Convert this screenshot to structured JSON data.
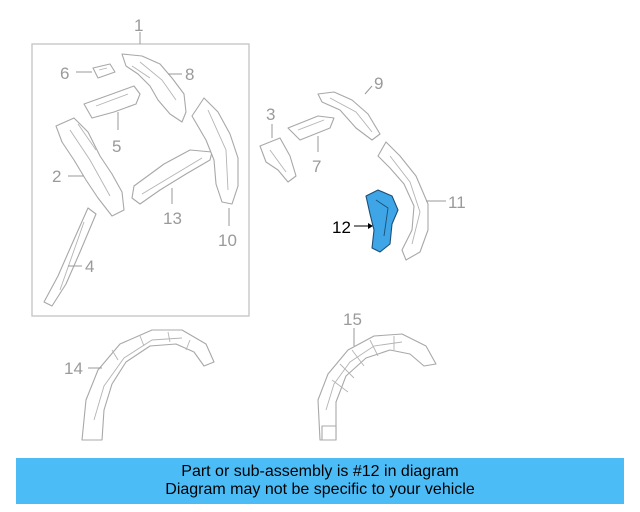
{
  "diagram": {
    "labels": {
      "p1": "1",
      "p2": "2",
      "p3": "3",
      "p4": "4",
      "p5": "5",
      "p6": "6",
      "p7": "7",
      "p8": "8",
      "p9": "9",
      "p10": "10",
      "p11": "11",
      "p12": "12",
      "p13": "13",
      "p14": "14",
      "p15": "15"
    },
    "highlight_color": "#3ea6e6",
    "line_color": "#a8a8a8"
  },
  "banner": {
    "line1": "Part or sub-assembly is #12 in diagram",
    "line2": "Diagram may not be specific to your vehicle",
    "background": "#4cbcf7"
  }
}
